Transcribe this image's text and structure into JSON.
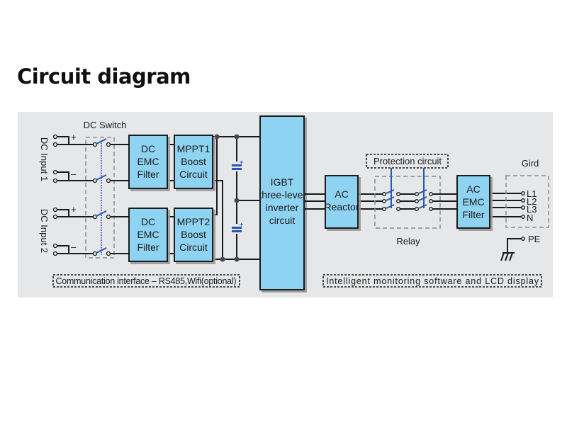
{
  "title": "Circuit diagram",
  "colors": {
    "panel": "#e6e7e8",
    "block_fill": "#8fd3f2",
    "wire": "#1a1a1a",
    "mechanical_link": "#2a55b5",
    "dashed_group": "#8a8a8a"
  },
  "inputs": {
    "dc_input_1": "DC Input 1",
    "dc_input_2": "DC Input 2",
    "plus": "+",
    "minus": "–"
  },
  "dc_switch": {
    "label": "DC Switch"
  },
  "blocks": {
    "dc_emc_1": [
      "DC",
      "EMC",
      "Filter"
    ],
    "dc_emc_2": [
      "DC",
      "EMC",
      "Filter"
    ],
    "mppt1": [
      "MPPT1",
      "Boost",
      "Circuit"
    ],
    "mppt2": [
      "MPPT2",
      "Boost",
      "Circuit"
    ],
    "igbt": [
      "IGBT",
      "three-level",
      "inverter",
      "circuit"
    ],
    "ac_reactor": [
      "AC",
      "Reactor"
    ],
    "ac_emc": [
      "AC",
      "EMC",
      "Filter"
    ]
  },
  "protection_circuit": "Protection circuit",
  "relay": "Relay",
  "grid": {
    "label": "Gird",
    "terminals": [
      "L1",
      "L2",
      "L3",
      "N"
    ],
    "pe": "PE"
  },
  "footer": {
    "communication": "Communication interface – RS485,Wifi(optional)",
    "monitoring": "Intelligent monitoring software and LCD display"
  }
}
